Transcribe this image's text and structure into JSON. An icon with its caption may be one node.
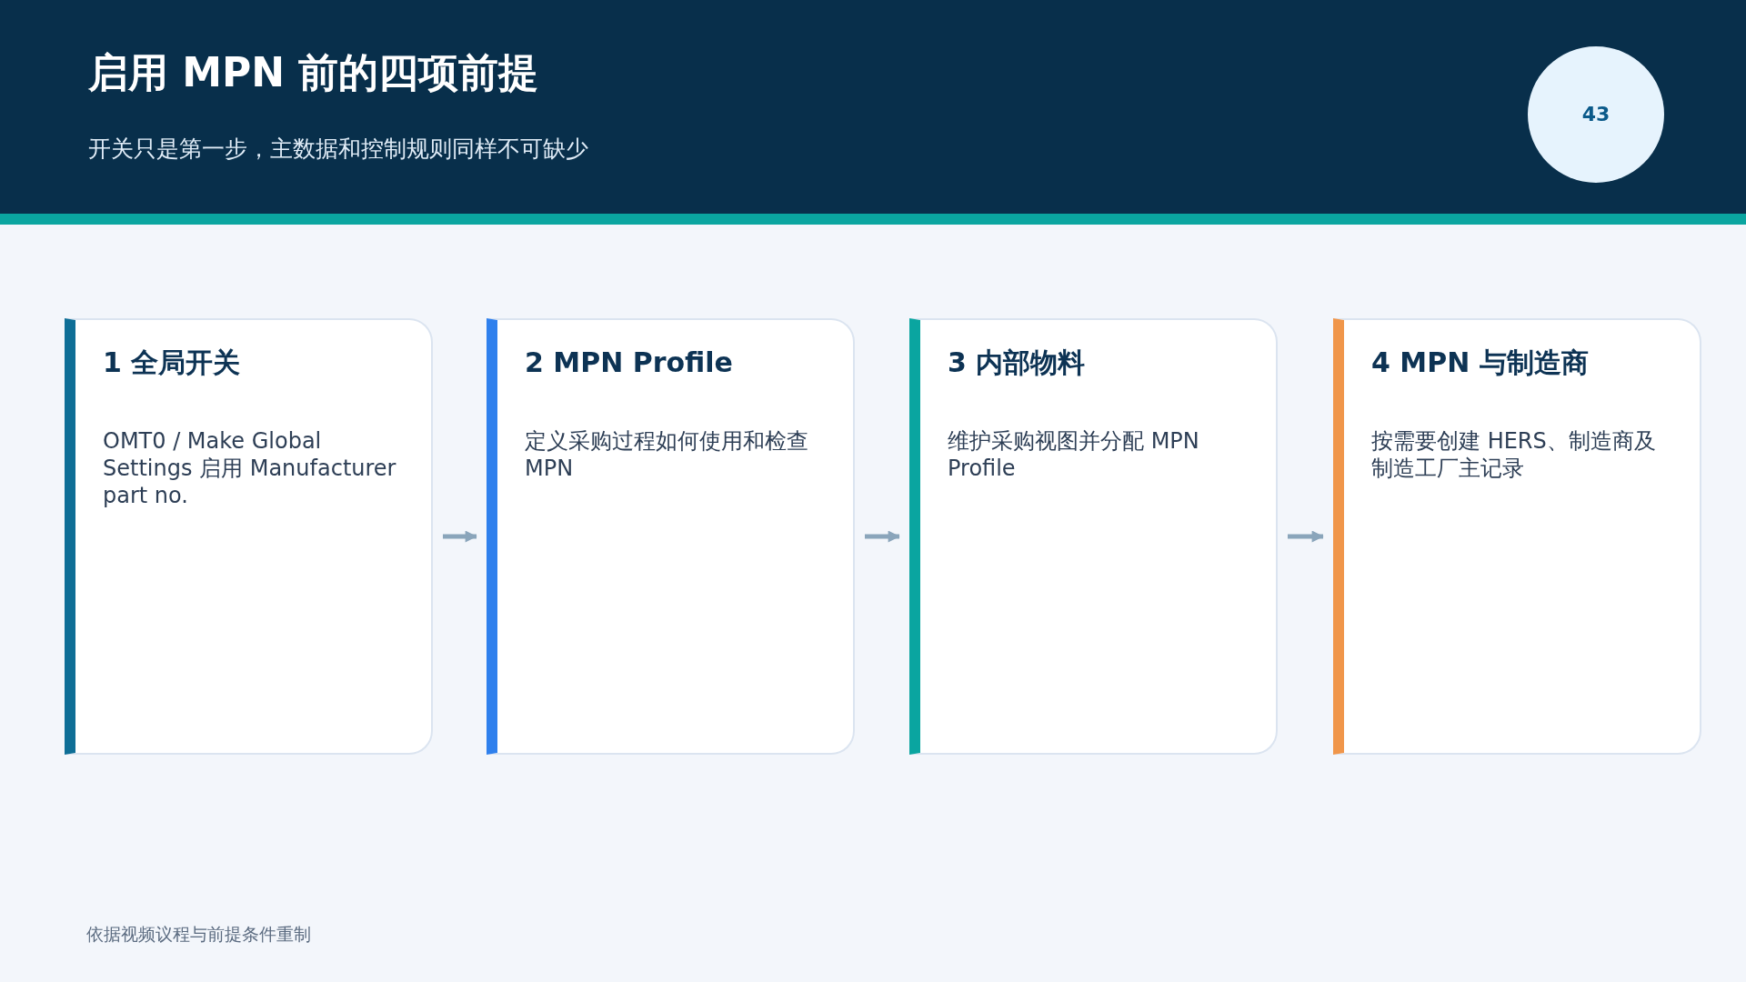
{
  "diagram": {
    "title": "启用 MPN 前的四项前提",
    "nodes": [
      {
        "text": [
          "43"
        ]
      },
      {
        "text": [
          "1 全局开关",
          "OMT0 / Make Global Settings 启用 Manufacturer part no."
        ]
      },
      {
        "text": [
          "2 MPN Profile",
          "定义采购过程如何使用和检查 MPN"
        ]
      },
      {
        "text": [
          "3 内部物料",
          "维护采购视图并分配 MPN Profile"
        ]
      },
      {
        "text": [
          "4 MPN 与制造商",
          "按需要创建 HERS、制造商及制造工厂主记录"
        ]
      }
    ],
    "edges": [
      {
        "from": 1,
        "to": 2,
        "arrow": "to"
      },
      {
        "from": 2,
        "to": 3,
        "arrow": "to"
      },
      {
        "from": 3,
        "to": 4,
        "arrow": "to"
      }
    ],
    "labels": [
      "开关只是第一步，主数据和控制规则同样不可缺少",
      "依据视频议程与前提条件重制"
    ]
  }
}
